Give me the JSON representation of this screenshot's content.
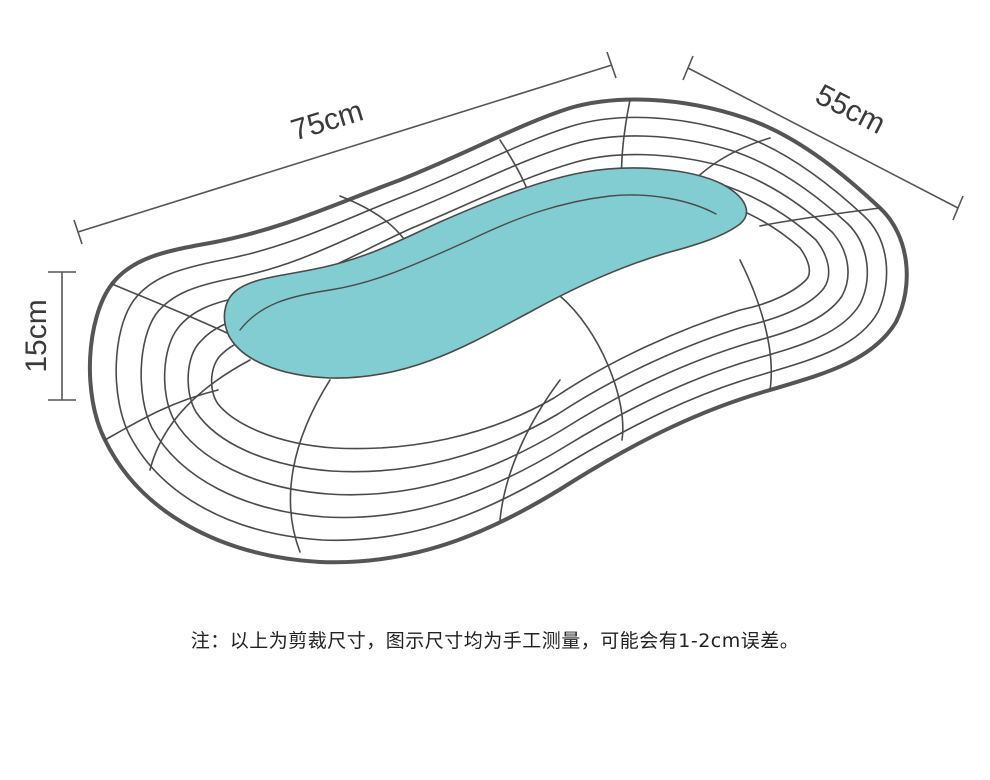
{
  "dimensions": {
    "length": "75cm",
    "width": "55cm",
    "height": "15cm"
  },
  "note": "注：以上为剪裁尺寸，图示尺寸均为手工测量，可能会有1-2cm误差。",
  "colors": {
    "outline": "#555555",
    "seam": "#4a4a4a",
    "center_panel": "#82cdd2",
    "dimension_line": "#555555",
    "text": "#333333"
  }
}
